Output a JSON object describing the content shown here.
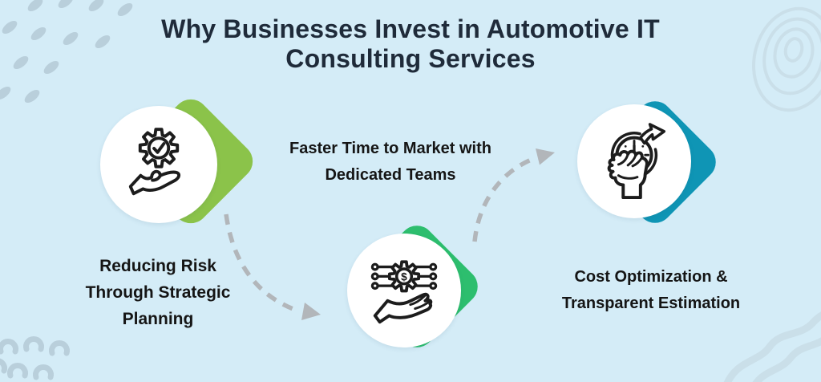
{
  "title": {
    "line1": "Why Businesses Invest in Automotive IT",
    "line2": "Consulting Services"
  },
  "items": [
    {
      "id": "reducing-risk",
      "icon": "hand-gear-check-icon",
      "label_lines": [
        "Reducing Risk",
        "Through Strategic",
        "Planning"
      ],
      "accent": "#8bc34a"
    },
    {
      "id": "faster-time-to-market",
      "icon": "hand-circuit-dollar-gear-icon",
      "label_lines": [
        "Faster Time to Market with",
        "Dedicated Teams"
      ],
      "accent": "#2dbe6e"
    },
    {
      "id": "cost-optimization",
      "icon": "fist-stopwatch-arrow-icon",
      "label_lines": [
        "Cost Optimization &",
        "Transparent Estimation"
      ],
      "accent": "#0f95b5"
    }
  ],
  "colors": {
    "background": "#d4ecf7",
    "title_text": "#1f2b3a",
    "label_text": "#151515",
    "icon_stroke": "#1c1c1c",
    "arrow": "#b2b6ba",
    "decor_dark": "#b9cfdb",
    "decor_light": "#cadfe9",
    "icon_dollar": "$"
  }
}
